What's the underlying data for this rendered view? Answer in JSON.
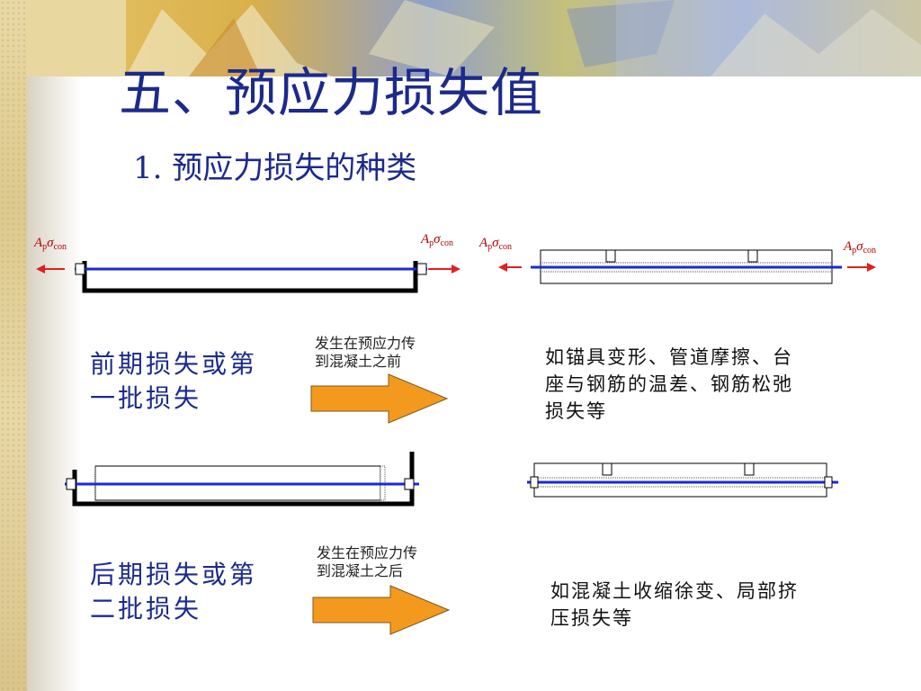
{
  "slide": {
    "title": "五、预应力损失值",
    "subtitle": "1. 预应力损失的种类"
  },
  "force_label": {
    "A": "A",
    "p": "p",
    "sigma": "σ",
    "con": "con"
  },
  "stage1": {
    "heading": [
      "前期损失或第",
      "一批损失"
    ],
    "arrow_note": [
      "发生在预应力传",
      "到混凝土之前"
    ],
    "examples": [
      "如锚具变形、管道摩擦、台",
      "座与钢筋的温差、钢筋松弛",
      "损失等"
    ]
  },
  "stage2": {
    "heading": [
      "后期损失或第",
      "二批损失"
    ],
    "arrow_note": [
      "发生在预应力传",
      "到混凝土之后"
    ],
    "examples": [
      "如混凝土收缩徐变、局部挤",
      "压损失等"
    ]
  },
  "colors": {
    "title": "#1c2a8c",
    "tendon": "#1a2ad6",
    "force_arrow": "#e02020",
    "block_arrow": "#f39a1e"
  }
}
